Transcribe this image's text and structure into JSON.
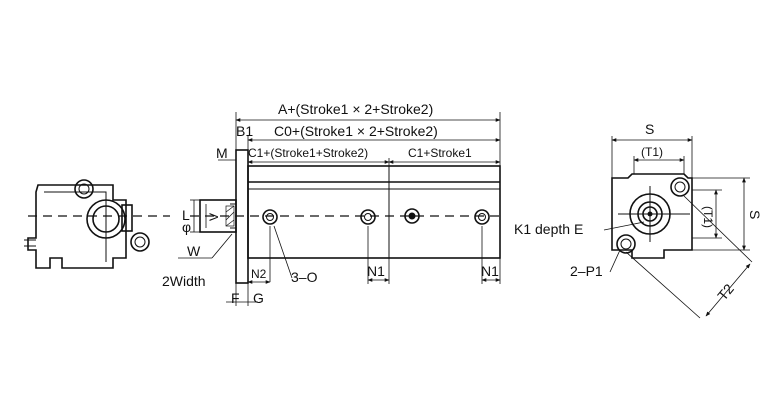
{
  "drawing": {
    "top": {
      "overall_length": "A+(Stroke1 × 2+Stroke2)",
      "b1": "B1",
      "body_length": "C0+(Stroke1 × 2+Stroke2)",
      "m": "M",
      "c1_left": "C1+(Stroke1+Stroke2)",
      "c1_right": "C1+Stroke1"
    },
    "side": {
      "l": "L",
      "phi": "φ",
      "v": "V",
      "w": "W",
      "width": "2Width",
      "f": "F",
      "g": "G",
      "n2": "N2",
      "o_ports": "3–O",
      "n1_a": "N1",
      "n1_b": "N1"
    },
    "end": {
      "s_top": "S",
      "t1_top": "(T1)",
      "t1_side": "(T1)",
      "s_side": "S",
      "k1": "K1 depth E",
      "p1": "2–P1",
      "t2": "T2"
    }
  }
}
